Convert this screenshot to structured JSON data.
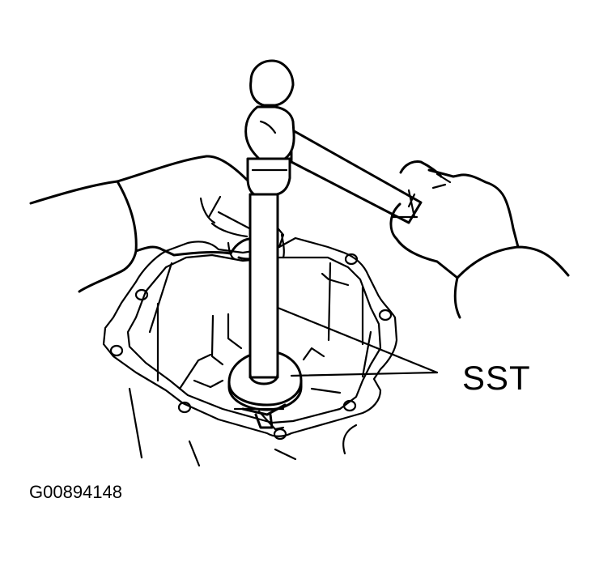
{
  "figure": {
    "callout_label": "SST",
    "figure_id": "G00894148",
    "description": "Technician holding a rod-type special service tool (SST) on a bearing/seal in a transmission case and tapping it with a hammer",
    "parts": [
      "hammer",
      "sst-driver-rod",
      "sst-driver-head",
      "left-hand",
      "right-hand",
      "transmission-case",
      "bolt-holes"
    ],
    "line_color": "#000000",
    "background_color": "#ffffff"
  }
}
